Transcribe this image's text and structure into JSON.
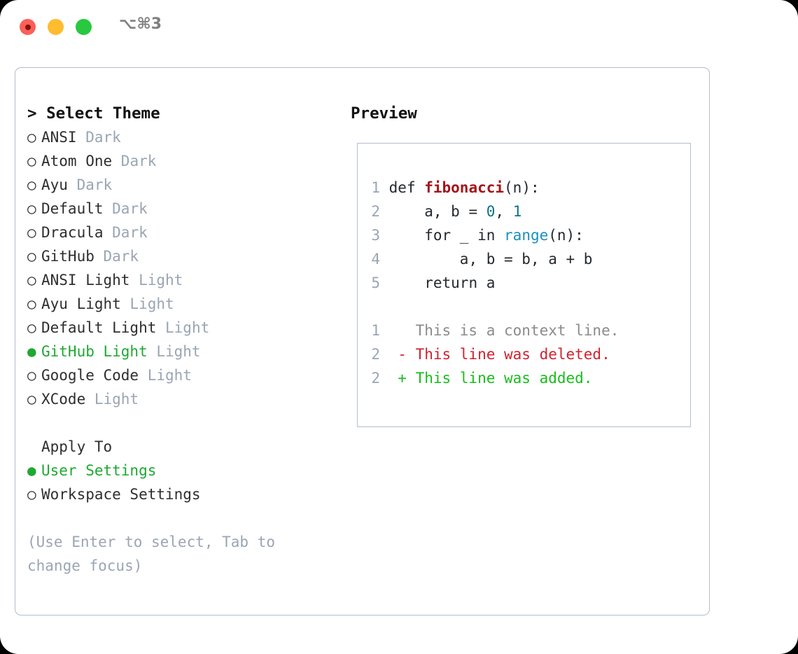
{
  "titlebar": {
    "shortcut": "⌥⌘3",
    "buttons": [
      {
        "name": "close",
        "color": "#fc5f57"
      },
      {
        "name": "minimize",
        "color": "#febc2e"
      },
      {
        "name": "zoom",
        "color": "#28c840"
      }
    ]
  },
  "theme_picker": {
    "heading": "> Select Theme",
    "marker_unselected": "○",
    "marker_selected": "●",
    "items": [
      {
        "name": "ANSI",
        "tag": "Dark",
        "selected": false
      },
      {
        "name": "Atom One",
        "tag": "Dark",
        "selected": false
      },
      {
        "name": "Ayu",
        "tag": "Dark",
        "selected": false
      },
      {
        "name": "Default",
        "tag": "Dark",
        "selected": false
      },
      {
        "name": "Dracula",
        "tag": "Dark",
        "selected": false
      },
      {
        "name": "GitHub",
        "tag": "Dark",
        "selected": false
      },
      {
        "name": "ANSI Light",
        "tag": "Light",
        "selected": false
      },
      {
        "name": "Ayu Light",
        "tag": "Light",
        "selected": false
      },
      {
        "name": "Default Light",
        "tag": "Light",
        "selected": false
      },
      {
        "name": "GitHub Light",
        "tag": "Light",
        "selected": true
      },
      {
        "name": "Google Code",
        "tag": "Light",
        "selected": false
      },
      {
        "name": "XCode",
        "tag": "Light",
        "selected": false
      }
    ]
  },
  "apply_to": {
    "heading": "Apply To",
    "items": [
      {
        "name": "User Settings",
        "selected": true
      },
      {
        "name": "Workspace Settings",
        "selected": false
      }
    ]
  },
  "hint": "(Use Enter to select, Tab to change focus)",
  "preview": {
    "label": "Preview",
    "code_lines": [
      {
        "no": "1",
        "segments": [
          {
            "t": "def ",
            "cls": "tok-plain"
          },
          {
            "t": "fibonacci",
            "cls": "tok-fn"
          },
          {
            "t": "(n):",
            "cls": "tok-plain"
          }
        ]
      },
      {
        "no": "2",
        "segments": [
          {
            "t": "    a, b = ",
            "cls": "tok-plain"
          },
          {
            "t": "0",
            "cls": "tok-num"
          },
          {
            "t": ", ",
            "cls": "tok-plain"
          },
          {
            "t": "1",
            "cls": "tok-num"
          }
        ]
      },
      {
        "no": "3",
        "segments": [
          {
            "t": "    for _ in ",
            "cls": "tok-plain"
          },
          {
            "t": "range",
            "cls": "tok-builtin"
          },
          {
            "t": "(n):",
            "cls": "tok-plain"
          }
        ]
      },
      {
        "no": "4",
        "segments": [
          {
            "t": "        a, b = b, a + b",
            "cls": "tok-plain"
          }
        ]
      },
      {
        "no": "5",
        "segments": [
          {
            "t": "    return a",
            "cls": "tok-plain"
          }
        ]
      }
    ],
    "diff_lines": [
      {
        "no": "1",
        "prefix": "  ",
        "text": "This is a context line.",
        "kind": "diff-ctx"
      },
      {
        "no": "2",
        "prefix": "- ",
        "text": "This line was deleted.",
        "kind": "diff-del"
      },
      {
        "no": "2",
        "prefix": "+ ",
        "text": "This line was added.",
        "kind": "diff-add"
      }
    ]
  },
  "colors": {
    "accent_green": "#1fa832",
    "muted": "#9aa5b4",
    "border": "#b3bdcc",
    "diff_add": "#18bd1c",
    "diff_del": "#cf222e",
    "fn_red": "#a4161a",
    "num_teal": "#0b7285",
    "builtin_blue": "#1a8fbf"
  }
}
